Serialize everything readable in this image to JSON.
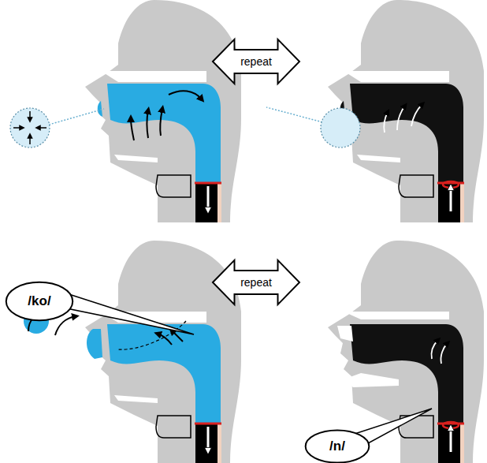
{
  "diagram": {
    "nodes": [
      {
        "text": [
          "repeat"
        ]
      },
      {
        "text": [
          "/ko/"
        ]
      },
      {
        "text": [
          "repeat"
        ]
      },
      {
        "text": [
          "/n/"
        ]
      }
    ]
  }
}
